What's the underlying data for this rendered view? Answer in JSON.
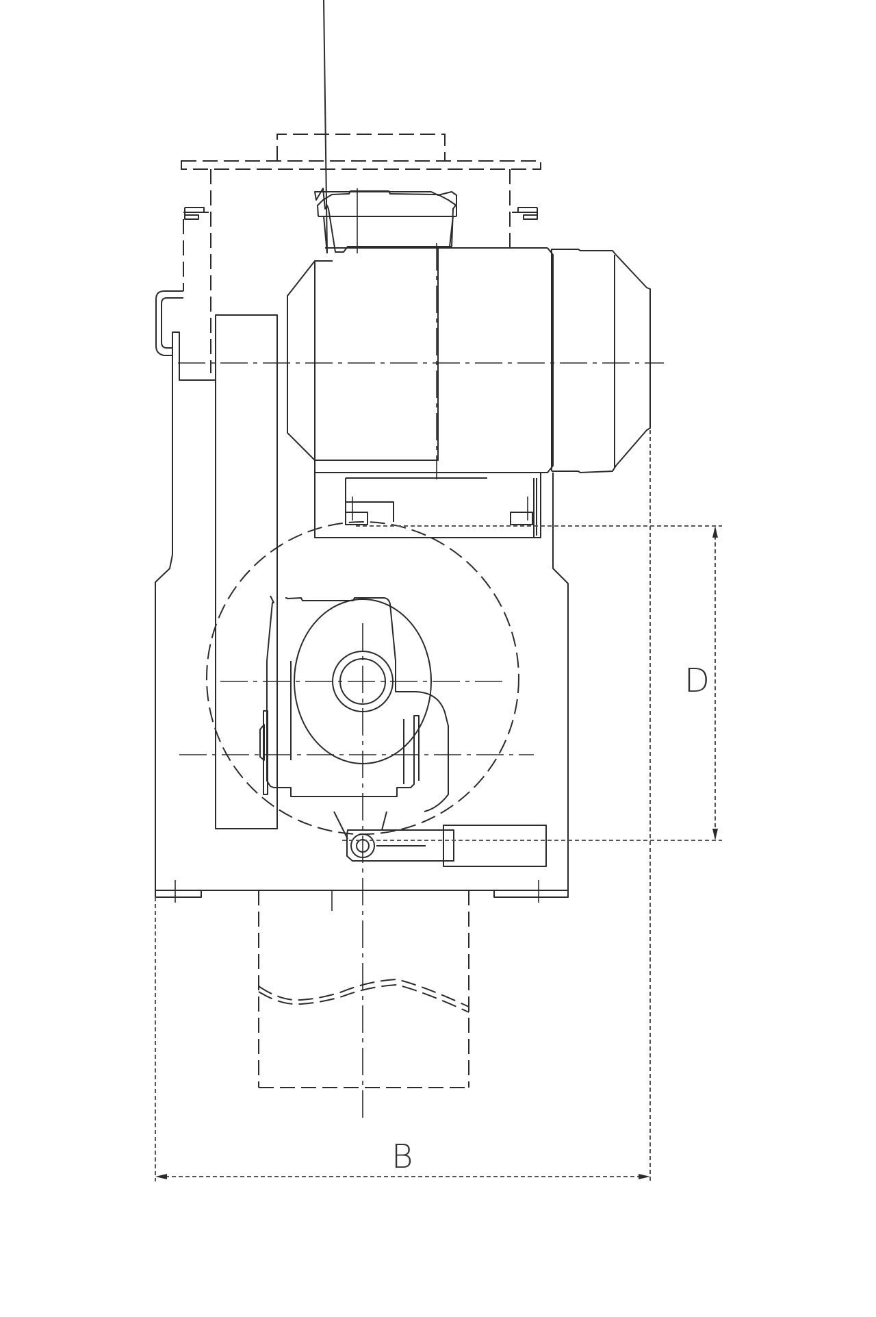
{
  "drawing": {
    "type": "technical-line-drawing",
    "subject": "motor and pump assembly, end view",
    "line_color": "#2b2b2b",
    "background": "#ffffff"
  },
  "dimensions": {
    "d": {
      "label": "D",
      "orientation": "vertical"
    },
    "b": {
      "label": "B",
      "orientation": "horizontal"
    }
  }
}
